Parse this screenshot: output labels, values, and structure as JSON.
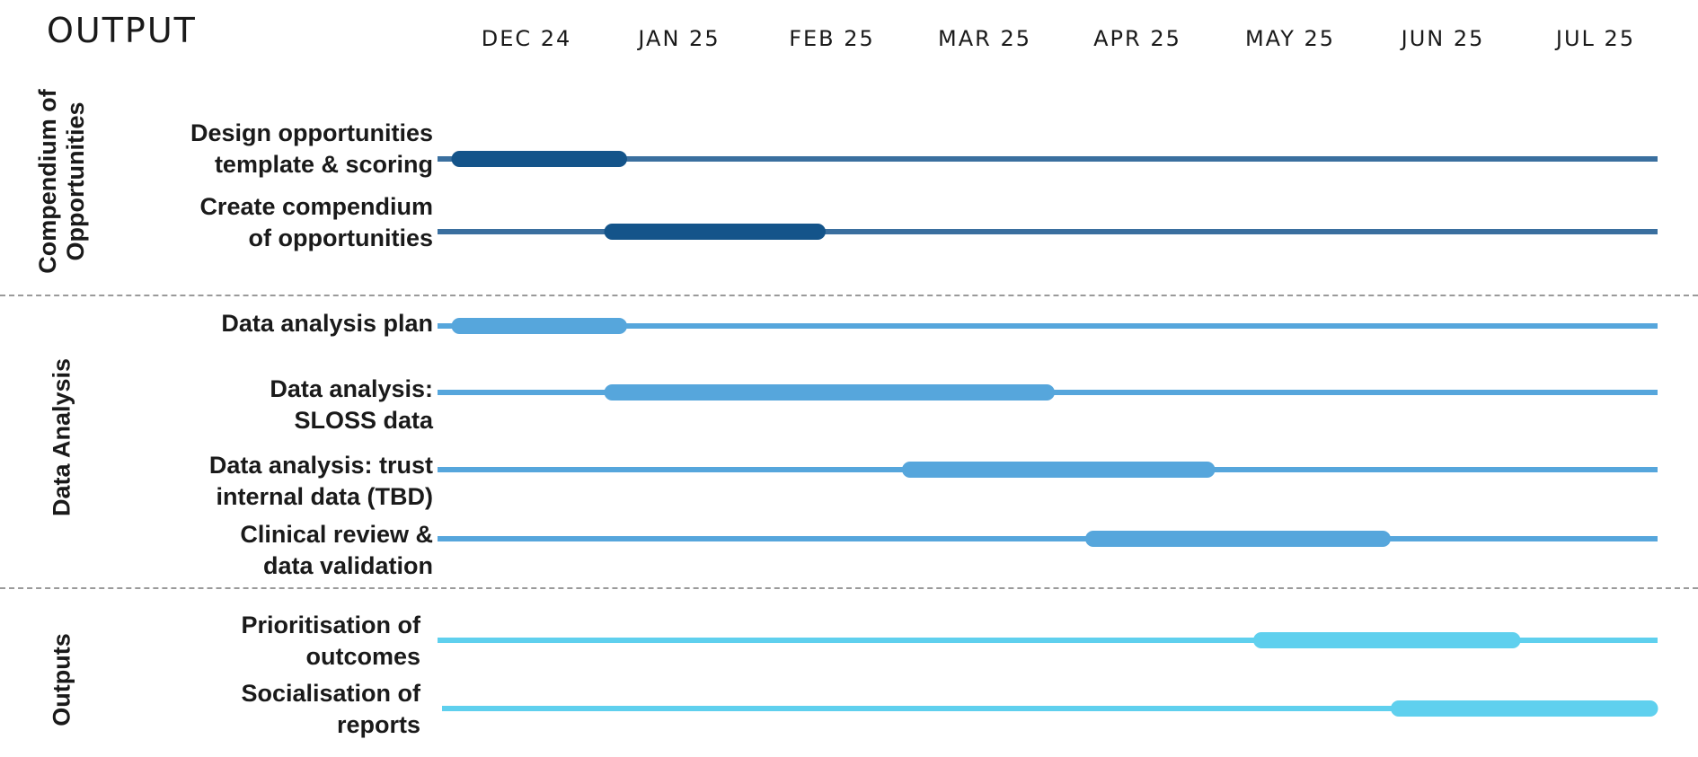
{
  "header": {
    "title": "OUTPUT"
  },
  "timeline": {
    "months": [
      "DEC 24",
      "JAN 25",
      "FEB 25",
      "MAR 25",
      "APR 25",
      "MAY 25",
      "JUN 25",
      "JUL 25"
    ]
  },
  "sections": [
    {
      "label": "Compendium of Opportunities",
      "label_lines": [
        "Compendium of",
        "Opportunities"
      ],
      "color": "#14548a",
      "line_color": "#3a6f9f",
      "tasks": [
        {
          "lines": [
            "Design opportunities",
            "template & scoring"
          ],
          "start": 0.05,
          "end": 1.2
        },
        {
          "lines": [
            "Create compendium",
            "of opportunities"
          ],
          "start": 1.05,
          "end": 2.5
        }
      ]
    },
    {
      "label": "Data Analysis",
      "label_lines": [
        "Data Analysis"
      ],
      "color": "#56a6dc",
      "line_color": "#56a6dc",
      "tasks": [
        {
          "lines": [
            "Data analysis plan"
          ],
          "start": 0.05,
          "end": 1.2
        },
        {
          "lines": [
            "Data analysis:",
            "SLOSS data"
          ],
          "start": 1.05,
          "end": 4.0
        },
        {
          "lines": [
            "Data analysis: trust",
            "internal data (TBD)"
          ],
          "start": 3.0,
          "end": 5.05
        },
        {
          "lines": [
            "Clinical review &",
            "data validation"
          ],
          "start": 4.2,
          "end": 6.2
        }
      ]
    },
    {
      "label": "Outputs",
      "label_lines": [
        "Outputs"
      ],
      "color": "#5fd0ee",
      "line_color": "#5fd0ee",
      "tasks": [
        {
          "lines": [
            "Prioritisation of",
            "outcomes"
          ],
          "start": 5.3,
          "end": 7.05
        },
        {
          "lines": [
            "Socialisation of",
            "reports"
          ],
          "start": 6.2,
          "end": 7.95
        }
      ]
    }
  ]
}
